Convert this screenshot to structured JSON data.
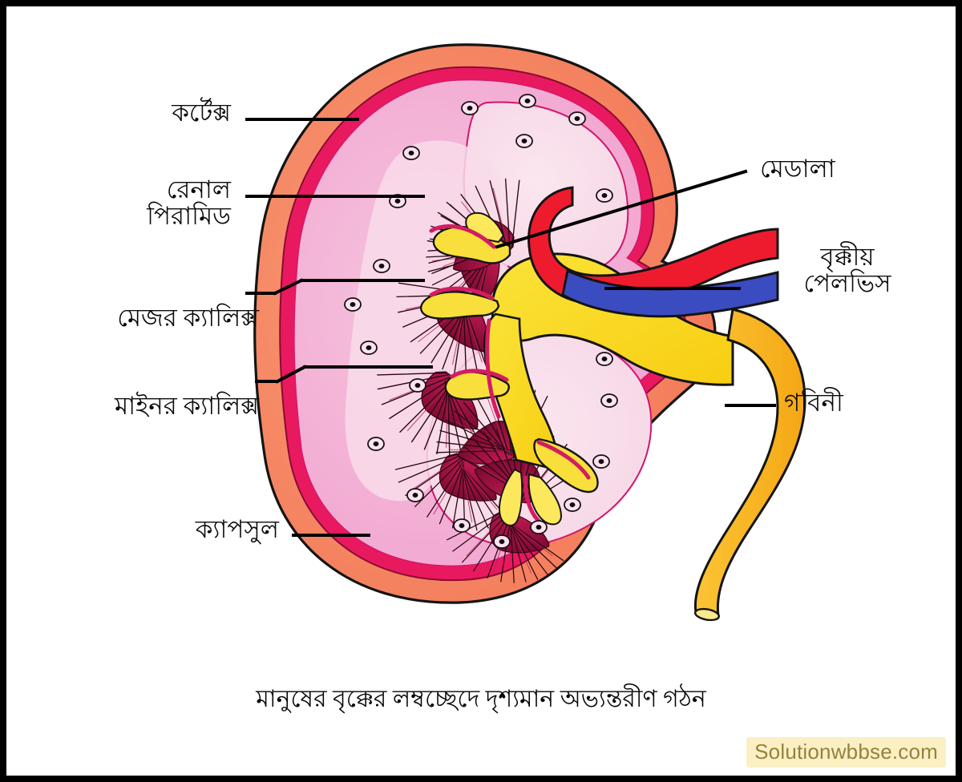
{
  "figure": {
    "caption": "মানুষের বৃক্কের লম্বচ্ছেদে দৃশ্যমান অভ্যন্তরীণ গঠন",
    "watermark": "Solutionwbbse.com",
    "border_color": "#000000",
    "background_color": "#ffffff"
  },
  "labels": {
    "cortex": {
      "text": "কর্টেক্স",
      "side": "left"
    },
    "renal_pyramid": {
      "text": "রেনাল\nপিরামিড",
      "side": "left"
    },
    "major_calyx": {
      "text": "মেজর ক্যালিক্স",
      "side": "left"
    },
    "minor_calyx": {
      "text": "মাইনর ক্যালিক্স",
      "side": "left"
    },
    "capsule": {
      "text": "ক্যাপসুল",
      "side": "left"
    },
    "medulla": {
      "text": "মেডালা",
      "side": "right"
    },
    "renal_pelvis": {
      "text": "বৃক্কীয়\nপেলভিস",
      "side": "right"
    },
    "ureter": {
      "text": "গবিনী",
      "side": "right"
    }
  },
  "colors": {
    "capsule_outer": "#F4805E",
    "capsule_outer_light": "#F79A78",
    "cortex_band": "#E8195F",
    "cortex_fill": "#F3AFD2",
    "medulla_fill": "#F7D8E6",
    "pyramid": "#9E1040",
    "pyramid_light": "#D6286A",
    "pelvis_yellow": "#F9DA1E",
    "ureter_yellow": "#F9B81C",
    "artery_red": "#EE1B2E",
    "vein_blue": "#3B4CC0",
    "outline": "#111111",
    "leader_line": "#000000",
    "watermark_bg": "#fbf0c4",
    "watermark_fg": "#96823c"
  },
  "structures": [
    {
      "name": "capsule",
      "description": "outer salmon-orange fibrous capsule layer"
    },
    {
      "name": "cortex",
      "description": "pink outer zone with scattered small circles"
    },
    {
      "name": "medulla",
      "description": "pale pink inner zone containing pyramids"
    },
    {
      "name": "renal-pyramids",
      "description": "eight dark crimson radiating fan shapes"
    },
    {
      "name": "minor-calyx",
      "description": "yellow cup receiving a pyramid apex"
    },
    {
      "name": "major-calyx",
      "description": "yellow branch joining minor calyces"
    },
    {
      "name": "renal-pelvis",
      "description": "large yellow funnel at the hilum"
    },
    {
      "name": "renal-artery",
      "description": "red vessel entering at the hilum"
    },
    {
      "name": "renal-vein",
      "description": "blue vessel below the artery"
    },
    {
      "name": "ureter",
      "description": "orange-yellow tube curving down from the pelvis"
    }
  ]
}
